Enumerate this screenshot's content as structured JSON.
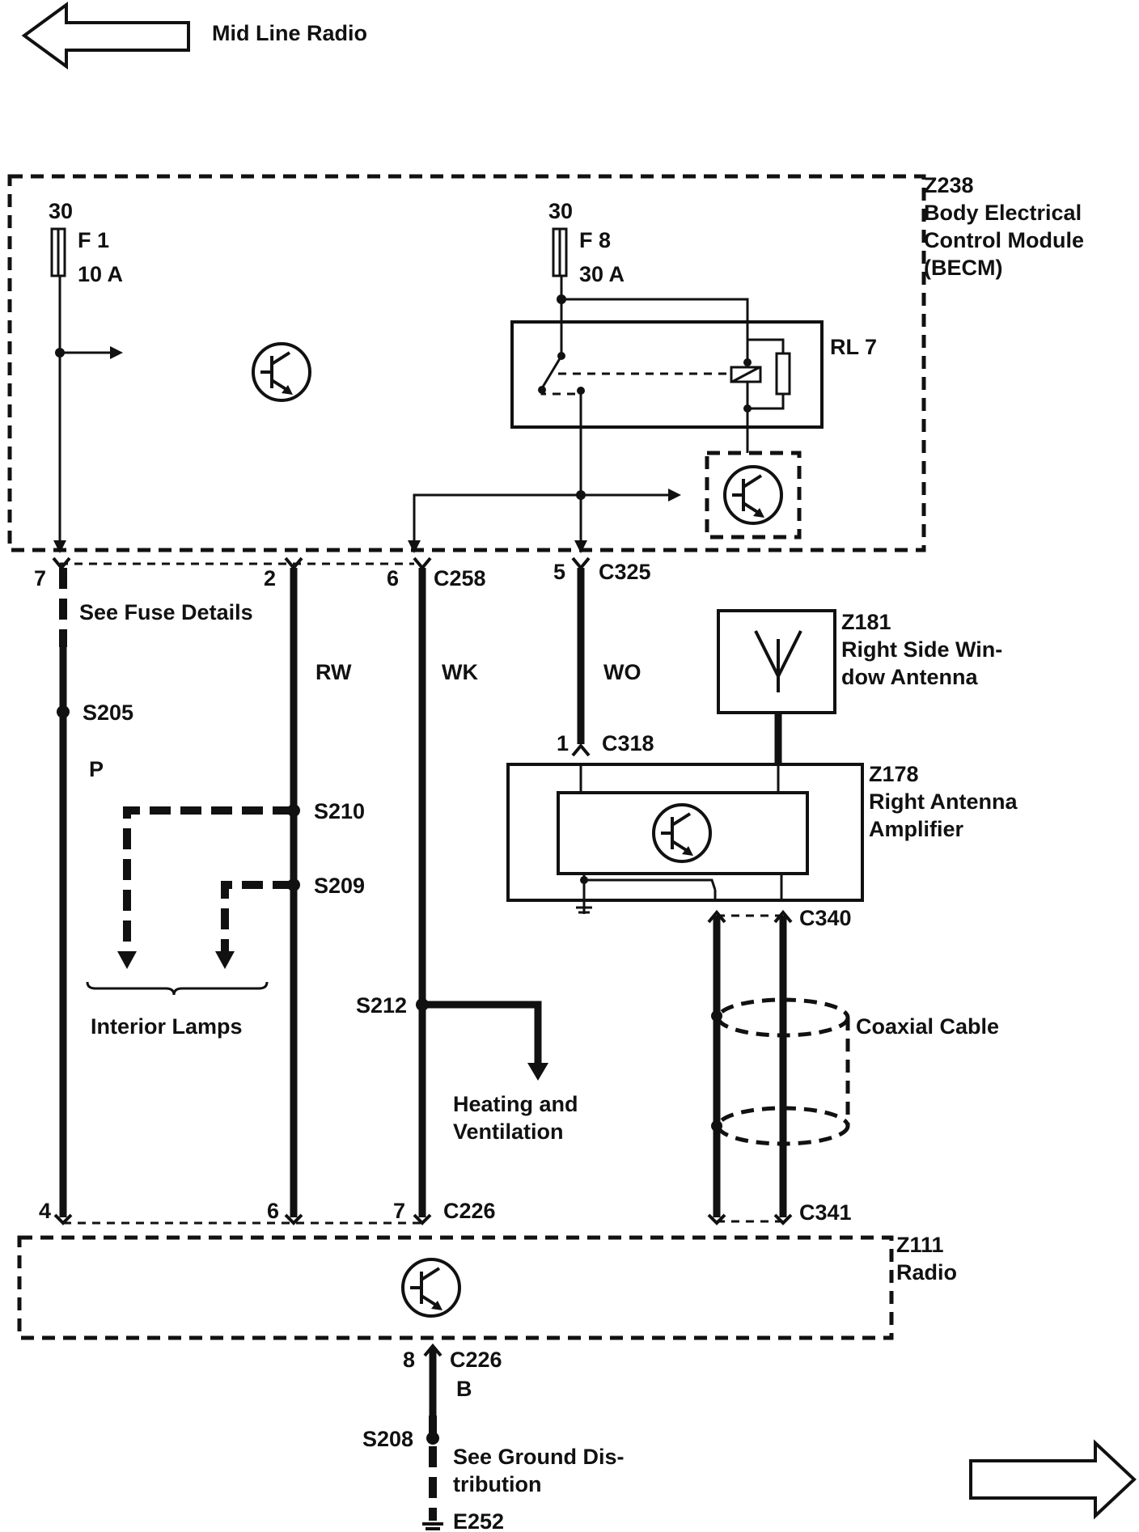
{
  "title": "Mid Line Radio",
  "modules": {
    "becm": {
      "id": "Z238",
      "line1": "Body Electrical",
      "line2": "Control Module",
      "line3": "(BECM)"
    },
    "radio": {
      "id": "Z111",
      "name": "Radio"
    },
    "antenna": {
      "id": "Z181",
      "line1": "Right Side Win-",
      "line2": "dow Antenna"
    },
    "amplifier": {
      "id": "Z178",
      "line1": "Right Antenna",
      "line2": "Amplifier"
    },
    "relay": "RL 7"
  },
  "fuses": [
    {
      "terminal": "30",
      "name": "F 1",
      "rating": "10 A"
    },
    {
      "terminal": "30",
      "name": "F 8",
      "rating": "30 A"
    }
  ],
  "connectors": {
    "c258": "C258",
    "c325": "C325",
    "c318": "C318",
    "c340": "C340",
    "c341": "C341",
    "c226_top": "C226",
    "c226_bottom": "C226"
  },
  "pins": {
    "becm_7": "7",
    "becm_2": "2",
    "becm_6": "6",
    "becm_5": "5",
    "amp_1": "1",
    "radio_4": "4",
    "radio_6": "6",
    "radio_7": "7",
    "radio_8": "8"
  },
  "wire_colors": {
    "p": "P",
    "rw": "RW",
    "wk": "WK",
    "wo": "WO",
    "b": "B"
  },
  "splices": {
    "s205": "S205",
    "s210": "S210",
    "s209": "S209",
    "s212": "S212",
    "s208": "S208"
  },
  "ground": "E252",
  "notes": {
    "fuse_details": "See Fuse Details",
    "interior_lamps": "Interior Lamps",
    "heating_1": "Heating and",
    "heating_2": "Ventilation",
    "coax": "Coaxial Cable",
    "ground_1": "See Ground Dis-",
    "ground_2": "tribution"
  }
}
